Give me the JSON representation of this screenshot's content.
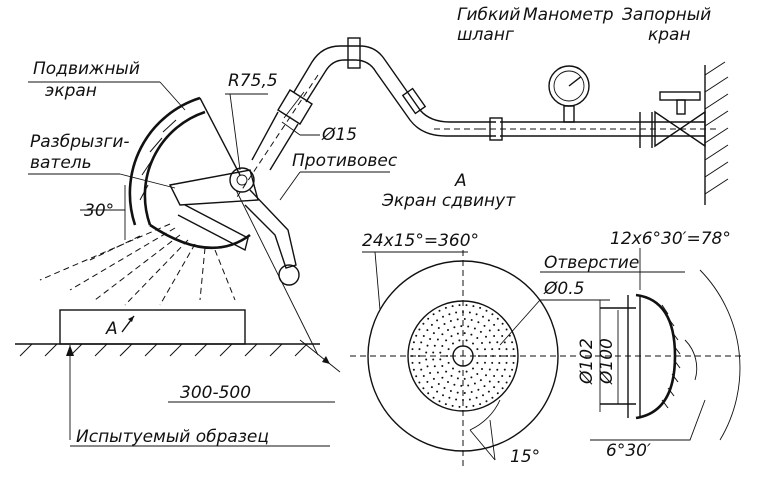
{
  "labels": {
    "flexible_hose": [
      "Гибкий",
      "шланг"
    ],
    "manometer": "Манометр",
    "shutoff_valve": [
      "Запорный",
      "кран"
    ],
    "movable_screen": [
      "Подвижный",
      "экран"
    ],
    "radius": "R75,5",
    "sprayer": [
      "Разбрызги-",
      "ватель"
    ],
    "diameter_15": "Ø15",
    "counterweight": "Противовес",
    "view_a": "А",
    "screen_moved": "Экран сдвинут",
    "angle_30": "30°",
    "division_360": "24x15°=360°",
    "holes_title": "Отверстие",
    "hole_diameter": "Ø0.5",
    "division_78": "12x6°30′=78°",
    "d102": "Ø102",
    "d100": "Ø100",
    "sample_marker": "А",
    "distance": "300-500",
    "test_sample": "Испытуемый образец",
    "angle_15": "15°",
    "angle_6_30": "6°30′"
  },
  "gauge": {
    "needle_value_fraction": 0.7
  }
}
